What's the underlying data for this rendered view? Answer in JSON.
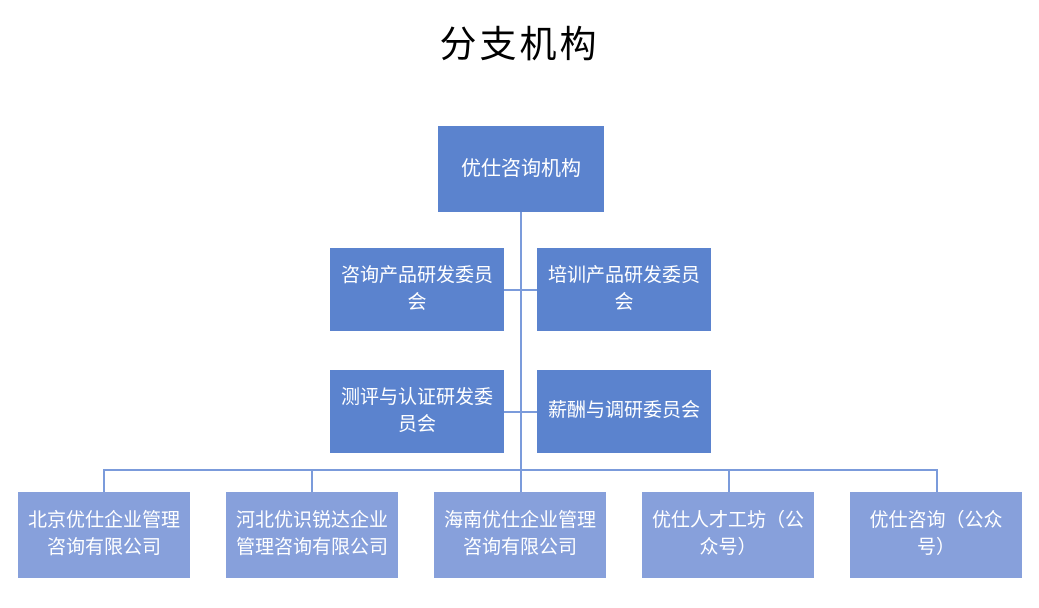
{
  "title": "分支机构",
  "colors": {
    "node_primary": "#5B83CE",
    "node_secondary": "#87A0DB",
    "connector": "#7B9BDB",
    "title_text": "#000000",
    "node_text": "#FFFFFF",
    "background": "#FFFFFF"
  },
  "chart_data": {
    "type": "diagram",
    "title": "分支机构",
    "nodes": [
      {
        "id": "root",
        "label": "优仕咨询机构",
        "level": 1
      },
      {
        "id": "c1",
        "label": "咨询产品研发委员会",
        "level": 2
      },
      {
        "id": "c2",
        "label": "培训产品研发委员会",
        "level": 2
      },
      {
        "id": "c3",
        "label": "测评与认证研发委员会",
        "level": 2
      },
      {
        "id": "c4",
        "label": "薪酬与调研委员会",
        "level": 2
      },
      {
        "id": "b1",
        "label": "北京优仕企业管理咨询有限公司",
        "level": 3
      },
      {
        "id": "b2",
        "label": "河北优识锐达企业管理咨询有限公司",
        "level": 3
      },
      {
        "id": "b3",
        "label": "海南优仕企业管理咨询有限公司",
        "level": 3
      },
      {
        "id": "b4",
        "label": "优仕人才工坊（公众号）",
        "level": 3
      },
      {
        "id": "b5",
        "label": "优仕咨询（公众号）",
        "level": 3
      }
    ],
    "edges": [
      {
        "from": "root",
        "to": "c1"
      },
      {
        "from": "root",
        "to": "c2"
      },
      {
        "from": "root",
        "to": "c3"
      },
      {
        "from": "root",
        "to": "c4"
      },
      {
        "from": "root",
        "to": "b1"
      },
      {
        "from": "root",
        "to": "b2"
      },
      {
        "from": "root",
        "to": "b3"
      },
      {
        "from": "root",
        "to": "b4"
      },
      {
        "from": "root",
        "to": "b5"
      }
    ]
  },
  "nodes": {
    "root": {
      "label": "优仕咨询机构"
    },
    "committee_consulting": {
      "label": "咨询产品研发委员会"
    },
    "committee_training": {
      "label": "培训产品研发委员会"
    },
    "committee_assessment": {
      "label": "测评与认证研发委员会"
    },
    "committee_compensation": {
      "label": "薪酬与调研委员会"
    },
    "branch_beijing": {
      "label": "北京优仕企业管理咨询有限公司"
    },
    "branch_hebei": {
      "label": "河北优识锐达企业管理咨询有限公司"
    },
    "branch_hainan": {
      "label": "海南优仕企业管理咨询有限公司"
    },
    "account_talent": {
      "label": "优仕人才工坊（公众号）"
    },
    "account_consulting": {
      "label": "优仕咨询（公众号）"
    }
  }
}
